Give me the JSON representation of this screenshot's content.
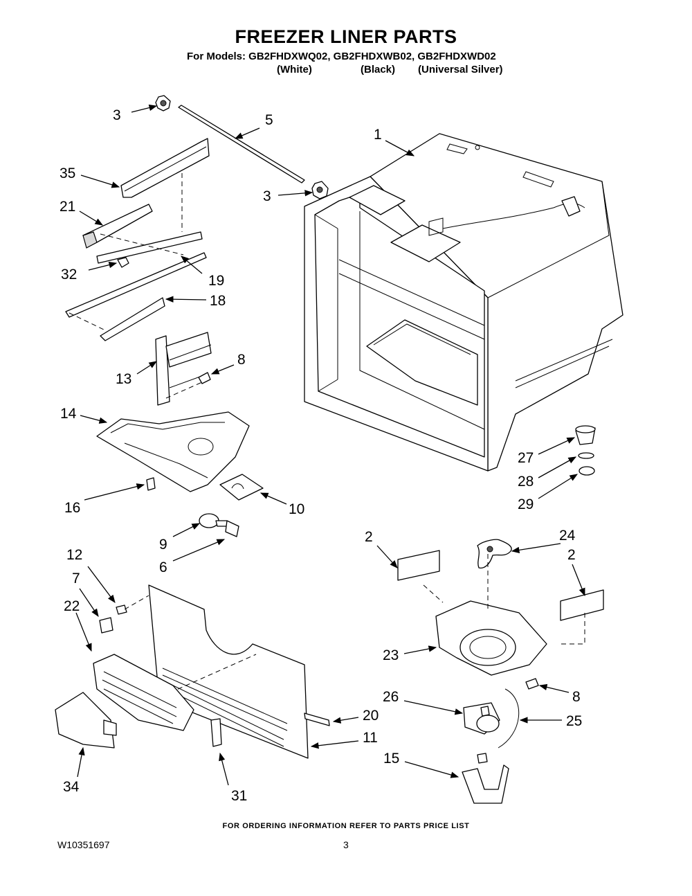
{
  "header": {
    "title": "FREEZER LINER PARTS",
    "models_line": "For Models: GB2FHDXWQ02, GB2FHDXWB02, GB2FHDXWD02",
    "color_white": "(White)",
    "color_black": "(Black)",
    "color_silver": "(Universal Silver)"
  },
  "callouts": {
    "c1": "1",
    "c2a": "2",
    "c2b": "2",
    "c3a": "3",
    "c3b": "3",
    "c5": "5",
    "c6": "6",
    "c7": "7",
    "c8a": "8",
    "c8b": "8",
    "c9": "9",
    "c10": "10",
    "c11": "11",
    "c12": "12",
    "c13": "13",
    "c14": "14",
    "c15": "15",
    "c16": "16",
    "c18": "18",
    "c19": "19",
    "c20": "20",
    "c21": "21",
    "c22": "22",
    "c23": "23",
    "c24": "24",
    "c25": "25",
    "c26": "26",
    "c27": "27",
    "c28": "28",
    "c29": "29",
    "c31": "31",
    "c32": "32",
    "c34": "34",
    "c35": "35"
  },
  "footer": {
    "ordering_note": "FOR ORDERING INFORMATION REFER TO PARTS PRICE LIST",
    "doc_number": "W10351697",
    "page_number": "3"
  }
}
